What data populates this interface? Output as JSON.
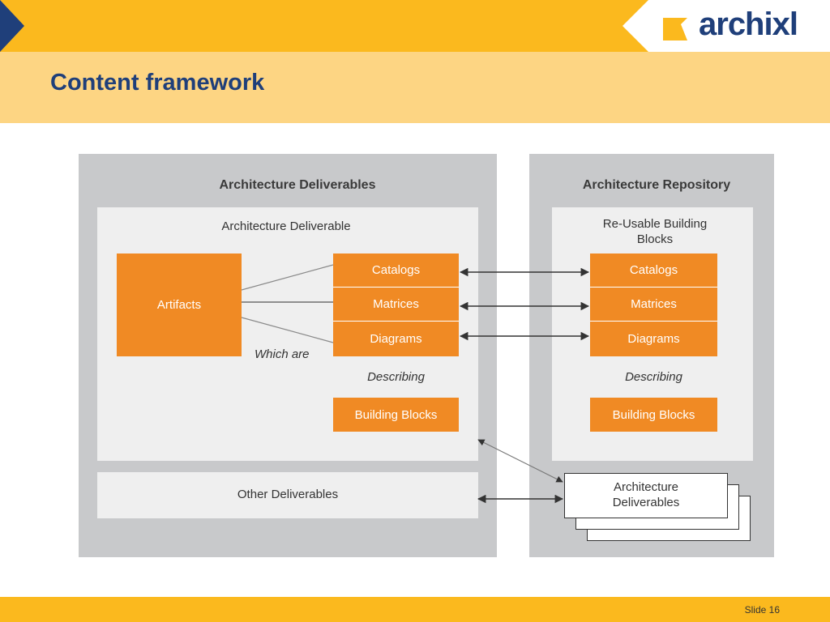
{
  "header": {
    "title": "Content framework",
    "logo_text": "archixl"
  },
  "footer": {
    "slide_label": "Slide 16"
  },
  "diagram": {
    "left_panel": {
      "title": "Architecture Deliverables",
      "inner_title": "Architecture Deliverable",
      "artifacts_label": "Artifacts",
      "items": [
        "Catalogs",
        "Matrices",
        "Diagrams"
      ],
      "which_are_label": "Which are",
      "describing_label": "Describing",
      "building_blocks_label": "Building Blocks",
      "other_deliverables_label": "Other Deliverables"
    },
    "right_panel": {
      "title": "Architecture Repository",
      "inner_title": "Re-Usable Building Blocks",
      "items": [
        "Catalogs",
        "Matrices",
        "Diagrams"
      ],
      "describing_label": "Describing",
      "building_blocks_label": "Building Blocks",
      "stack_label": "Architecture Deliverables"
    },
    "colors": {
      "orange": "#f08a24",
      "panel_gray": "#c8c9cb",
      "title_blue": "#1f3f7a",
      "bar_yellow": "#fbb91e"
    }
  }
}
